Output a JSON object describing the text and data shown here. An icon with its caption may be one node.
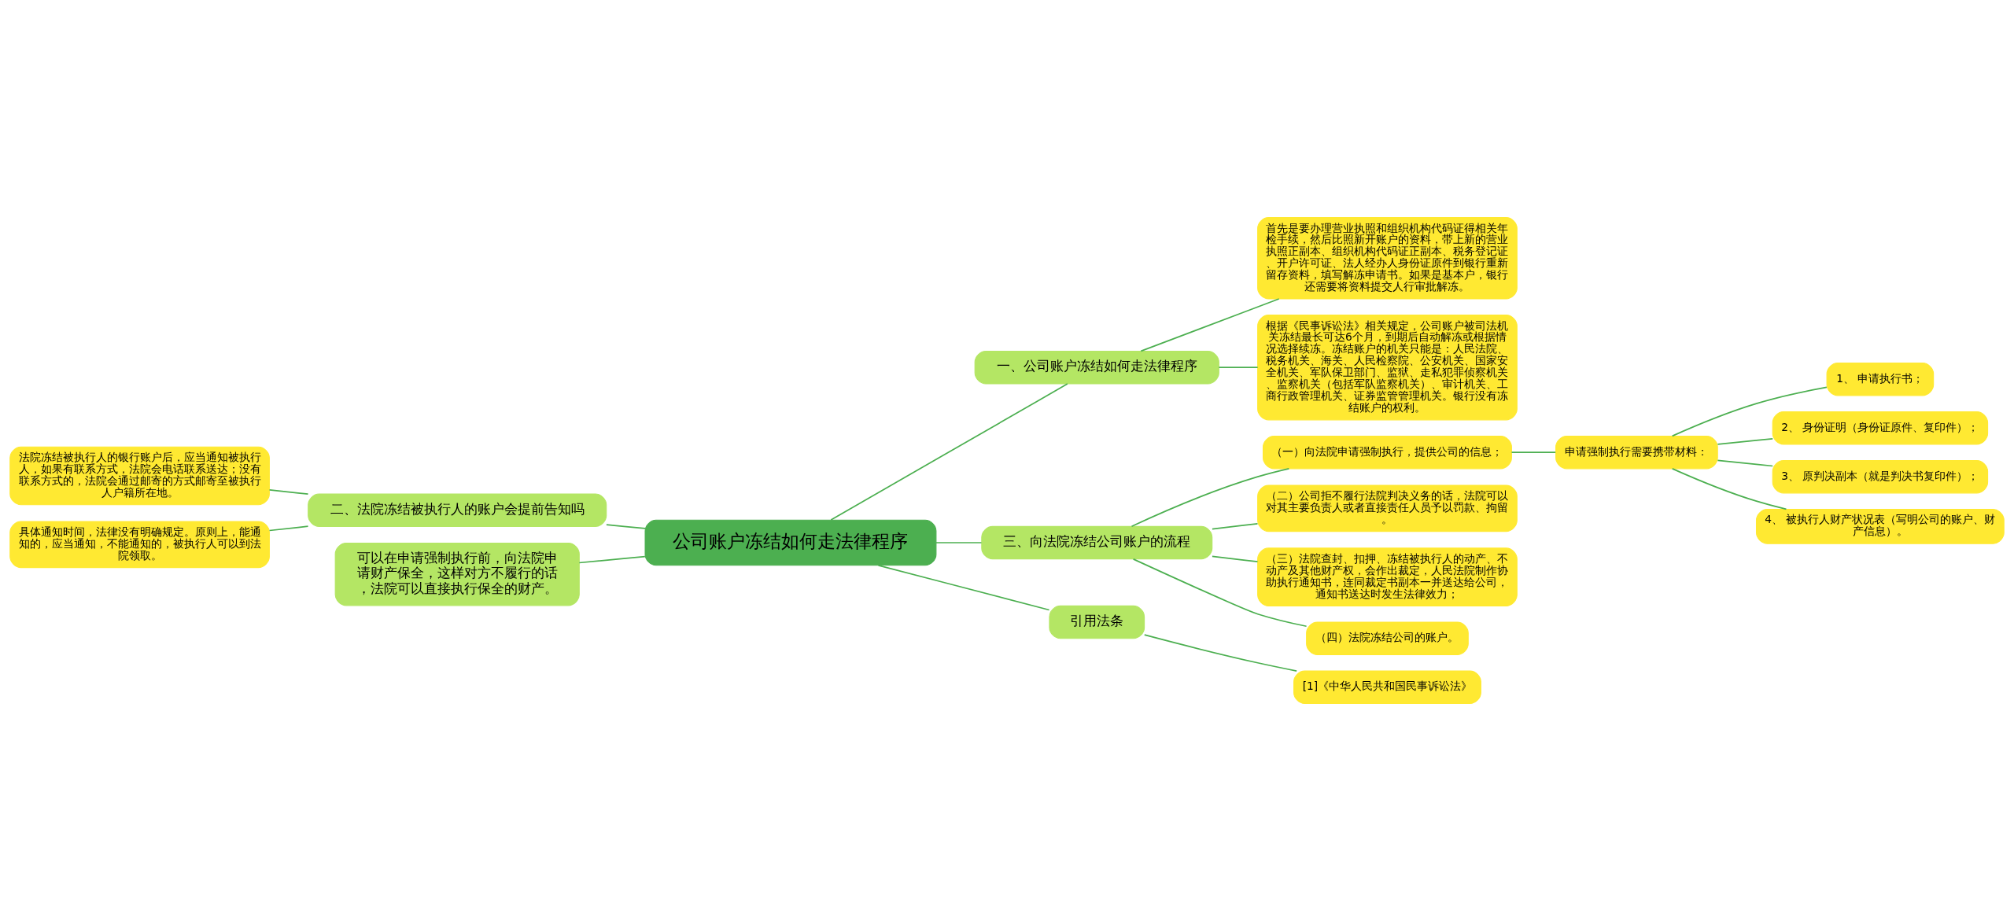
{
  "diagram": {
    "nodes": [
      {
        "text": [
          "公司账户冻结如何走法律程序"
        ]
      },
      {
        "text": [
          "一、公司账户冻结如何走法律程序"
        ]
      },
      {
        "text": [
          "首先是要办理营业执照和组织机构代码证得相关年检手续，然后比照新开账户的资料，带上新的营业执照正副本、组织机构代码证正副本、税务登记证、开户许可证、法人经办人身份证原件到银行重新留存资料，填写解冻申请书。如果是基本户，银行还需要将资料提交人行审批解冻。"
        ]
      },
      {
        "text": [
          "根据《民事诉讼法》相关规定，公司账户被司法机关冻结最长可达6个月，到期后自动解冻或根据情况选择续冻。冻结账户的机关只能是：人民法院、税务机关、海关、人民检察院、公安机关、国家安全机关、军队保卫部门、监狱、走私犯罪侦察机关、监察机关（包括军队监察机关）、审计机关、工商行政管理机关、证券监管管理机关。银行没有冻结账户的权利。"
        ]
      },
      {
        "text": [
          "二、法院冻结被执行人的账户会提前告知吗"
        ]
      },
      {
        "text": [
          "法院冻结被执行人的银行账户后，应当通知被执行人，如果有联系方式，法院会电话联系送达；没有联系方式的，法院会通过邮寄的方式邮寄至被执行人户籍所在地。"
        ]
      },
      {
        "text": [
          "具体通知时间，法律没有明确规定。原则上，能通知的，应当通知，不能通知的，被执行人可以到法院领取。"
        ]
      },
      {
        "text": [
          "可以在申请强制执行前，向法院申请财产保全，这样对方不履行的话，法院可以直接执行保全的财产。"
        ]
      },
      {
        "text": [
          "三、向法院冻结公司账户的流程"
        ]
      },
      {
        "text": [
          "（一）向法院申请强制执行，提供公司的信息；"
        ]
      },
      {
        "text": [
          "申请强制执行需要携带材料："
        ]
      },
      {
        "text": [
          "1、 申请执行书；"
        ]
      },
      {
        "text": [
          "2、 身份证明（身份证原件、复印件）；"
        ]
      },
      {
        "text": [
          "3、 原判决副本（就是判决书复印件）；"
        ]
      },
      {
        "text": [
          "4、 被执行人财产状况表（写明公司的账户、财产信息）。"
        ]
      },
      {
        "text": [
          "（二）公司拒不履行法院判决义务的话，法院可以对其主要负责人或者直接责任人员予以罚款、拘留。"
        ]
      },
      {
        "text": [
          "（三）法院查封、扣押、冻结被执行人的动产、不动产及其他财产权，会作出裁定，人民法院制作协助执行通知书，连同裁定书副本一并送达给公司，通知书送达时发生法律效力；"
        ]
      },
      {
        "text": [
          "（四）法院冻结公司的账户。"
        ]
      },
      {
        "text": [
          "引用法条"
        ]
      },
      {
        "text": [
          "[1]《中华人民共和国民事诉讼法》"
        ]
      }
    ],
    "edges": [
      {
        "from": 0,
        "to": 1,
        "arrow": "none"
      },
      {
        "from": 1,
        "to": 2,
        "arrow": "none"
      },
      {
        "from": 1,
        "to": 3,
        "arrow": "none"
      },
      {
        "from": 0,
        "to": 4,
        "arrow": "none"
      },
      {
        "from": 4,
        "to": 5,
        "arrow": "none"
      },
      {
        "from": 4,
        "to": 6,
        "arrow": "none"
      },
      {
        "from": 0,
        "to": 7,
        "arrow": "none"
      },
      {
        "from": 0,
        "to": 8,
        "arrow": "none"
      },
      {
        "from": 8,
        "to": 9,
        "arrow": "none"
      },
      {
        "from": 9,
        "to": 10,
        "arrow": "none"
      },
      {
        "from": 10,
        "to": 11,
        "arrow": "none"
      },
      {
        "from": 10,
        "to": 12,
        "arrow": "none"
      },
      {
        "from": 10,
        "to": 13,
        "arrow": "none"
      },
      {
        "from": 10,
        "to": 14,
        "arrow": "none"
      },
      {
        "from": 8,
        "to": 15,
        "arrow": "none"
      },
      {
        "from": 8,
        "to": 16,
        "arrow": "none"
      },
      {
        "from": 8,
        "to": 17,
        "arrow": "none"
      },
      {
        "from": 0,
        "to": 18,
        "arrow": "none"
      },
      {
        "from": 18,
        "to": 19,
        "arrow": "none"
      }
    ]
  }
}
